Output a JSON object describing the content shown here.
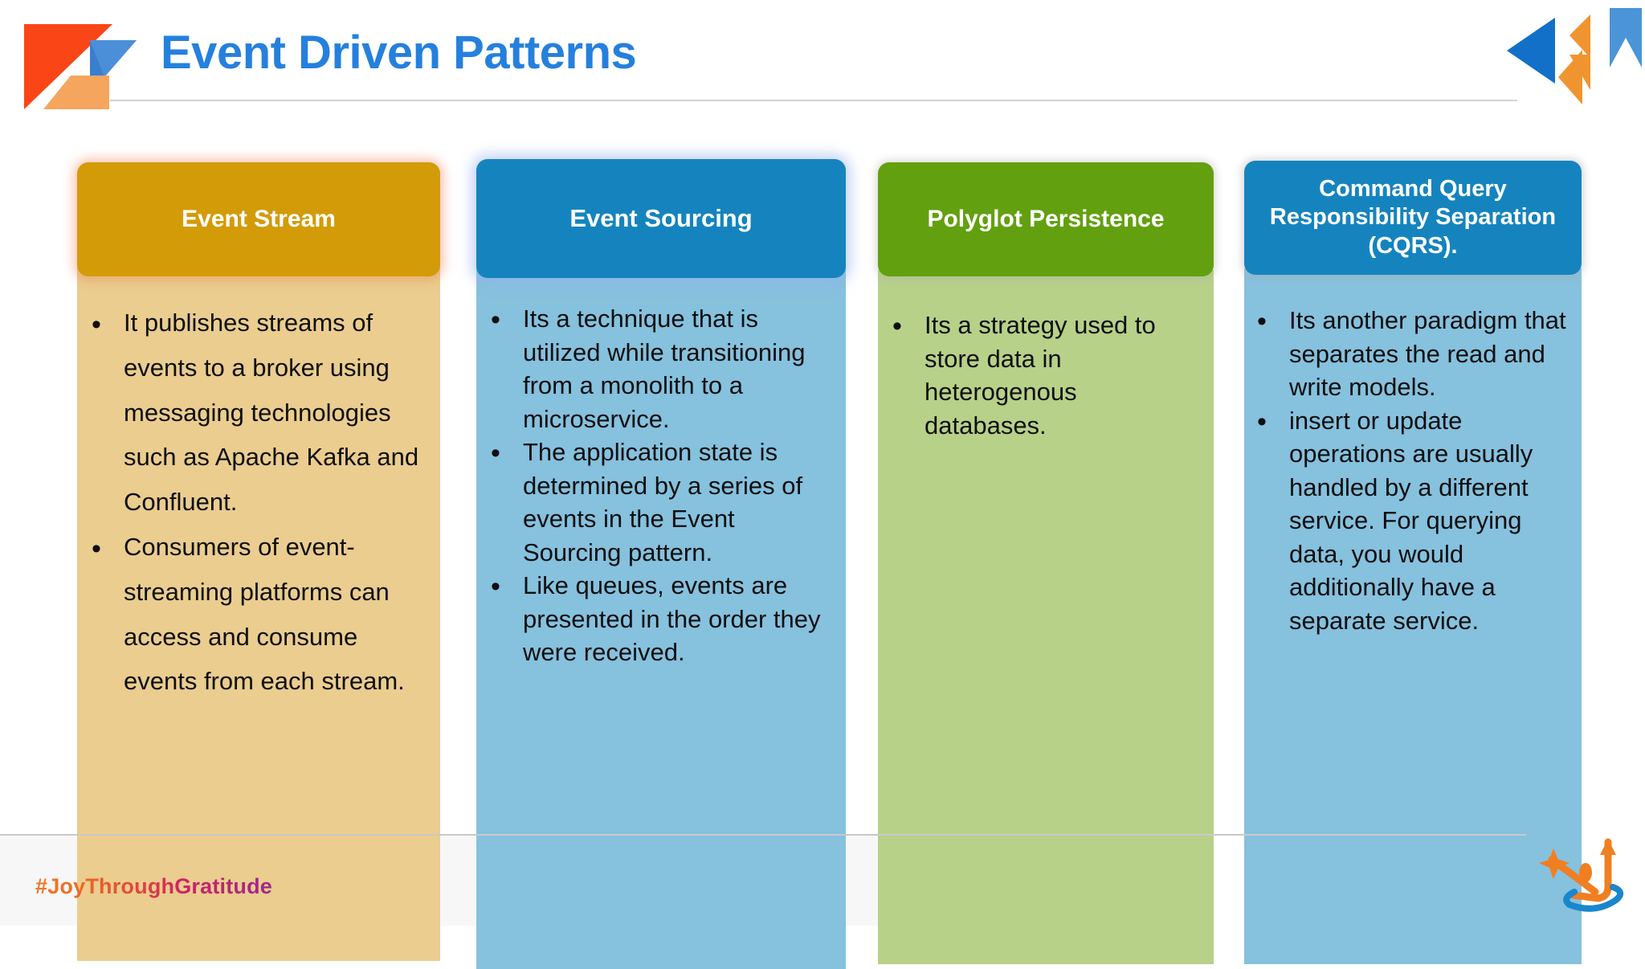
{
  "header": {
    "title": "Event Driven Patterns",
    "title_color": "#2580dd",
    "brand_icon": "company-logo-triangles",
    "corner_icon": "arrow-triangles-logo"
  },
  "cards": [
    {
      "id": "event-stream",
      "title": "Event Stream",
      "header_color": "#d39b08",
      "body_color": "#eacd8f",
      "bullets": [
        "It publishes streams of events to a broker using messaging technologies such as Apache Kafka and Confluent.",
        "Consumers of event-streaming platforms can access and consume events from each stream."
      ]
    },
    {
      "id": "event-sourcing",
      "title": "Event Sourcing",
      "header_color": "#1584be",
      "body_color": "#86c1de",
      "bullets": [
        "Its a technique that is utilized while transitioning from a monolith to a microservice.",
        "The application state is determined by a series of events in the Event Sourcing pattern.",
        "Like queues, events are presented in the order they were received."
      ]
    },
    {
      "id": "polyglot-persistence",
      "title": "Polyglot Persistence",
      "header_color": "#63a010",
      "body_color": "#b7d189",
      "bullets": [
        "Its a strategy used to store data in heterogenous databases."
      ]
    },
    {
      "id": "cqrs",
      "title": "Command Query Responsibility Separation (CQRS).",
      "header_color": "#1584be",
      "body_color": "#86c1de",
      "bullets": [
        "Its another paradigm that separates the read and write models.",
        "insert or update operations are usually handled by a different service. For querying data, you would additionally have a separate service."
      ]
    }
  ],
  "footer": {
    "hashtag": "#JoyThroughGratitude",
    "logo_icon": "joy-person-swoosh-logo"
  },
  "bullet_glyph": "•"
}
